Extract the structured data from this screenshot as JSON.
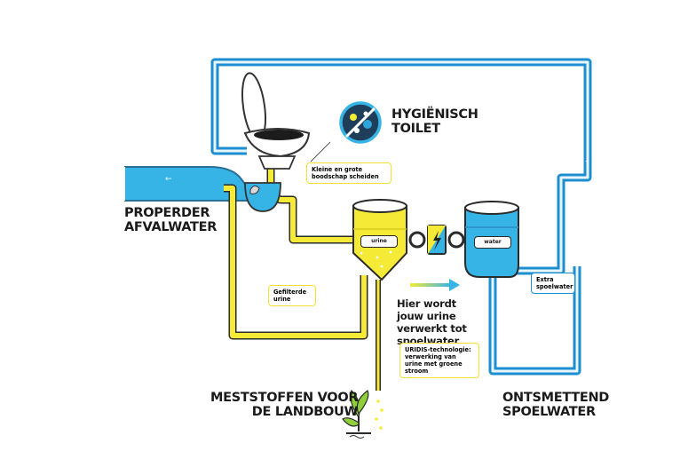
{
  "colors": {
    "water_blue": "#36b4e6",
    "pipe_blue": "#1d8fd0",
    "urine_yellow": "#f5ea36",
    "dark_outline": "#222222"
  },
  "labels": {
    "hygienic_title_line1": "HYGIËNISCH",
    "hygienic_title_line2": "TOILET",
    "separate_note": "Kleine en grote boodschap scheiden",
    "cleaner_wastewater_line1": "PROPERDER",
    "cleaner_wastewater_line2": "AFVALWATER",
    "filtered_urine": "Gefilterde urine",
    "urine_tank": "urine",
    "water_tank": "water",
    "extra_flush_water": "Extra spoelwater",
    "process_text": "Hier wordt jouw urine verwerkt tot spoelwater",
    "uridis_note": "URIDIS-technologie: verwerking van urine met groene stroom",
    "nutrients_line1": "MESTSTOFFEN VOOR",
    "nutrients_line2": "DE LANDBOUW",
    "disinfected_line1": "ONTSMETTEND",
    "disinfected_line2": "SPOELWATER"
  },
  "icons": {
    "no_germs": "no-germs-icon",
    "power": "lightning-icon",
    "plant": "plant-icon"
  }
}
